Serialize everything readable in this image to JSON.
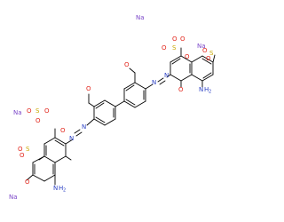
{
  "colors": {
    "bond": "#000000",
    "oxygen": "#e3261c",
    "nitrogen": "#2a3fc4",
    "sulfur": "#c9a800",
    "sodium": "#7a45c8"
  },
  "counterions": {
    "top_left": "Na",
    "top_right": "Na",
    "left": "Na",
    "bottom_left": "Na"
  },
  "left_naphthalene": {
    "sulfonate_a": {
      "o1": "O",
      "s": "S",
      "o2": "O",
      "o_neg": "O"
    },
    "sulfonate_b": {
      "o_neg": "O",
      "s": "S",
      "o1": "O",
      "o2": "O"
    },
    "ketone_o": "O",
    "amine": {
      "n": "N",
      "h": "H",
      "h_sub": "2"
    },
    "azo": {
      "n1": "N",
      "n2": "N"
    }
  },
  "right_naphthalene": {
    "sulfonate_a": {
      "o1": "O",
      "s": "S",
      "o2": "O",
      "o_neg": "O"
    },
    "sulfonate_b": {
      "o_neg": "O",
      "s": "S",
      "o1": "O",
      "o2": "O"
    },
    "ketone_o": "O",
    "amine": {
      "n": "N",
      "h": "H",
      "h_sub": "2"
    },
    "azo": {
      "n1": "N",
      "n2": "N"
    }
  },
  "biphenyl": {
    "methoxy_left_o": "O",
    "methoxy_right_o": "O"
  }
}
